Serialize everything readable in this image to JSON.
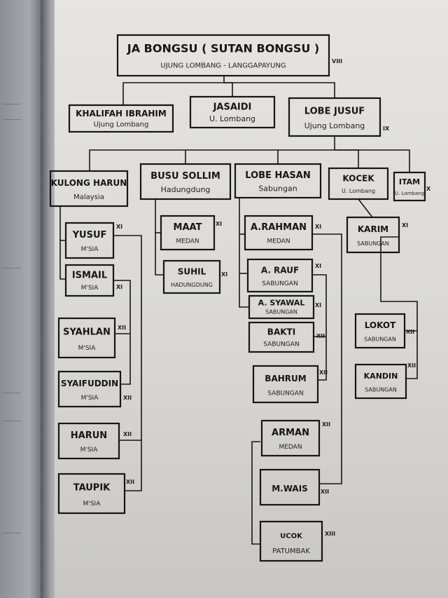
{
  "tree": {
    "root": {
      "name": "JA BONGSU ( SUTAN BONGSU )",
      "place": "UJUNG LOMBANG - LANGGAPAYUNG",
      "gen": "VIII"
    },
    "gen2": [
      {
        "name": "KHALIFAH IBRAHIM",
        "place": "Ujung Lombang"
      },
      {
        "name": "JASAIDI",
        "place": "U. Lombang"
      },
      {
        "name": "LOBE JUSUF",
        "place": "Ujung Lombang",
        "gen": "IX"
      }
    ],
    "gen3": [
      {
        "name": "KULONG HARUN",
        "place": "Malaysia"
      },
      {
        "name": "BUSU SOLLIM",
        "place": "Hadungdung"
      },
      {
        "name": "LOBE HASAN",
        "place": "Sabungan"
      },
      {
        "name": "KOCEK",
        "place": "U. Lombang"
      },
      {
        "name": "ITAM",
        "place": "U. Lombang",
        "gen": "X"
      }
    ],
    "kulong_children": [
      {
        "name": "YUSUF",
        "place": "M'SIA",
        "gen": "XI"
      },
      {
        "name": "ISMAIL",
        "place": "M'SIA",
        "gen": "XI"
      },
      {
        "name": "SYAHLAN",
        "place": "M'SIA",
        "gen": "XII"
      },
      {
        "name": "SYAIFUDDIN",
        "place": "M'SIA",
        "gen": "XII"
      },
      {
        "name": "HARUN",
        "place": "M'SIA",
        "gen": "XII"
      },
      {
        "name": "TAUPIK",
        "place": "M'SIA",
        "gen": "XII"
      }
    ],
    "busu_children": [
      {
        "name": "MAAT",
        "place": "MEDAN",
        "gen": "XI"
      },
      {
        "name": "SUHIL",
        "place": "HADUNGDUNG",
        "gen": "XI"
      }
    ],
    "hasan_children": [
      {
        "name": "A.RAHMAN",
        "place": "MEDAN",
        "gen": "XI"
      },
      {
        "name": "A. RAUF",
        "place": "SABUNGAN",
        "gen": "XI"
      },
      {
        "name": "A. SYAWAL",
        "place": "SABUNGAN",
        "gen": "XI"
      },
      {
        "name": "BAKTI",
        "place": "SABUNGAN",
        "gen": "XII"
      },
      {
        "name": "BAHRUM",
        "place": "SABUNGAN",
        "gen": "XII"
      },
      {
        "name": "ARMAN",
        "place": "MEDAN",
        "gen": "XII"
      },
      {
        "name": "M.WAIS",
        "place": "",
        "gen": "XII"
      },
      {
        "name": "UCOK",
        "place": "PATUMBAK",
        "gen": "XIII"
      }
    ],
    "kocek_children": [
      {
        "name": "KARIM",
        "place": "SABUNGAN",
        "gen": "XI"
      },
      {
        "name": "LOKOT",
        "place": "SABUNGAN",
        "gen": "XII"
      },
      {
        "name": "KANDIN",
        "place": "SABUNGAN",
        "gen": "XII"
      }
    ]
  }
}
